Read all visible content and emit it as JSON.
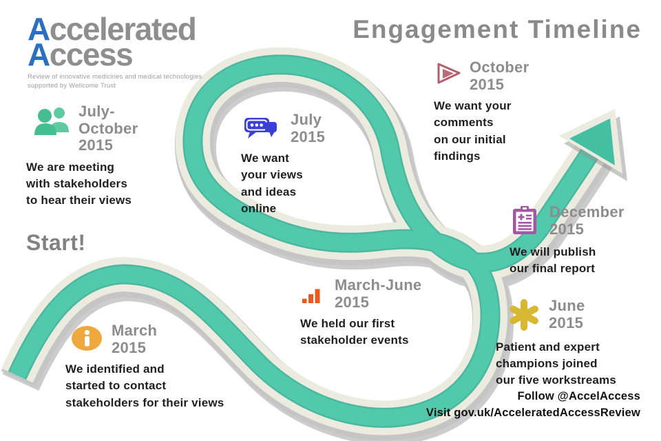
{
  "logo": {
    "word1_initial": "A",
    "word1_rest": "ccelerated",
    "word2_initial": "A",
    "word2_rest": "ccess",
    "tagline_line1": "Review of innovative medicines and medical technologies",
    "tagline_line2": "supported by Wellcome Trust"
  },
  "header": {
    "title": "Engagement Timeline"
  },
  "timeline": {
    "start_label": "Start!",
    "milestones": [
      {
        "id": "july-october-2015",
        "icon": "people-icon",
        "icon_color": "#45BD90",
        "date_lines": [
          "July-",
          "October",
          "2015"
        ],
        "body_lines": [
          "We are meeting",
          "with stakeholders",
          "to hear their views"
        ]
      },
      {
        "id": "july-2015",
        "icon": "chat-icon",
        "icon_color": "#3B3FD8",
        "date_lines": [
          "July",
          "2015"
        ],
        "body_lines": [
          "We want",
          "your views",
          "and ideas",
          "online"
        ]
      },
      {
        "id": "october-2015",
        "icon": "play-icon",
        "icon_color": "#B25E6E",
        "date_lines": [
          "October",
          "2015"
        ],
        "body_lines": [
          "We want your",
          "comments",
          "on our initial",
          "findings"
        ]
      },
      {
        "id": "december-2015",
        "icon": "clipboard-icon",
        "icon_color": "#A458A4",
        "date_lines": [
          "December",
          "2015"
        ],
        "body_lines": [
          "We will publish",
          "our final report"
        ]
      },
      {
        "id": "march-june-2015",
        "icon": "bar-chart-icon",
        "icon_color": "#E85B1F",
        "date_lines": [
          "March-June",
          "2015"
        ],
        "body_lines": [
          "We held our first",
          "stakeholder events"
        ]
      },
      {
        "id": "june-2015",
        "icon": "asterisk-icon",
        "icon_color": "#D8B832",
        "date_lines": [
          "June",
          "2015"
        ],
        "body_lines": [
          "Patient and expert",
          "champions joined",
          "our five workstreams"
        ]
      },
      {
        "id": "march-2015",
        "icon": "info-icon",
        "icon_color": "#EDA93D",
        "date_lines": [
          "March",
          "2015"
        ],
        "body_lines": [
          "We identified and",
          "started to contact",
          "stakeholders for their views"
        ]
      }
    ]
  },
  "footer": {
    "follow": "Follow @AccelAccess",
    "visit": "Visit gov.uk/AcceleratedAccessReview"
  },
  "colors": {
    "ribbon_teal": "#52C9AD",
    "ribbon_teal_dark": "#2FAE93",
    "ribbon_cream": "#ECEBE0",
    "ribbon_silver": "#C4C4C4",
    "ribbon_shadow": "#8F8F8F",
    "heading_gray": "#8C8C8C",
    "title_gray": "#8A8A8A",
    "logo_blue": "#2B6FC0",
    "body_text": "#1F1F1F"
  }
}
